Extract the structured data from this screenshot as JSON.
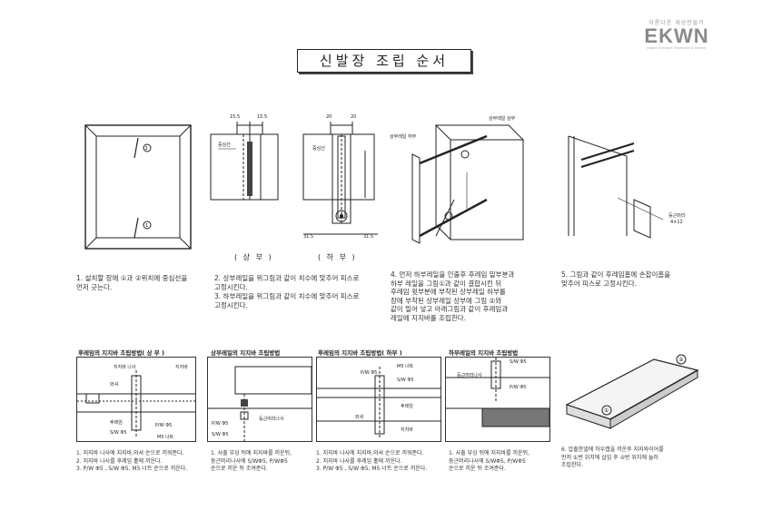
{
  "logo": {
    "tagline": "아름다운 세상만들기",
    "mark": "EKWN",
    "subtitle": "Ekwon Furniture Enterprise & Interior"
  },
  "title": "신발장 조립 순서",
  "top_figures": {
    "fig2": {
      "dims_top": [
        "15.5",
        "15.5"
      ],
      "label_center": "중심선",
      "caption": "( 상 부 )"
    },
    "fig3": {
      "dims_top": [
        "20",
        "20"
      ],
      "label_center": "중심선",
      "dims_bottom": [
        "31.5",
        "31.5"
      ],
      "caption": "( 하 부 )"
    },
    "fig4": {
      "label_upper": "상부레일 상부",
      "label_left": "상부레일 하부"
    },
    "fig5": {
      "label_screw": "둥근머리",
      "label_size": "4×12"
    }
  },
  "steps": {
    "s1": "1. 설치할 장에 ①과 ②위치에 중심선을\n    먼저 긋는다.",
    "s2": "2. 상부레일을 위그림과 같이 치수에 맞추어 피스로\n    고정시킨다.",
    "s3": "3. 하부레일을 위그림과 같이 치수에 맞추어 피스로\n    고정시킨다.",
    "s4": "4. 먼저 하부레일을 인출후 후레임 밑부분과\n    하부 레일을 그림①과 같이 결합시킨 뒤\n    후레임 윗부분에 부착된 상부레일 하부를\n    장에 부착된 상부레일 상부에 그림 ②와\n    같이 밀어 넣고 아래그림과 같이 후레임과\n    레일에 지지바를 조립한다.",
    "s5": "5. 그림과 같이 후레임홈에 손잡이홈을\n    맞추어 피스로 고정시킨다."
  },
  "bottom": {
    "p1": {
      "heading": "후레임의 지지바 조립방법( 상 부 )",
      "labels": [
        "지지바 나사",
        "지지바",
        "와셔",
        "후레임",
        "P/W Φ5",
        "S/W Φ5",
        "M5 너트"
      ],
      "text": "1. 지지바 나사에 지지바,와셔 순으로 끼워준다.\n2. 지지바 나사를 후레임 홀에 끼운다.\n3. P/W Φ5 , S/W Φ5, M5 너트 순으로 끼운다."
    },
    "p2": {
      "heading": "상부레일의 지지바 조립방법",
      "labels": [
        "P/W Φ5",
        "둥근머리나사",
        "S/W Φ5"
      ],
      "text": "1. 사출 부싱 뒤에 지지바를 끼운뒤,\n    둥근머리나사에 S/WΦ5, P/WΦ5\n    순으로 끼운 뒤 조여준다."
    },
    "p3": {
      "heading": "후레임의 지지바 조립방법( 하부 )",
      "labels": [
        "P/W Φ5",
        "M5 너트",
        "S/W Φ5",
        "후레임",
        "와셔",
        "지지바"
      ],
      "text": "1. 지지바 나사에 지지바,와셔 순으로 끼워준다.\n2. 지지바 나사를 후레임 홀에 끼운다.\n3. P/W Φ5 , S/W Φ5, M5 너트 순으로 끼운다."
    },
    "p4": {
      "heading": "하부레일의 지지바 조립방법",
      "labels": [
        "둥근머리나사",
        "S/W Φ5",
        "P/W Φ5"
      ],
      "text": "1. 사출 부싱 뒤에 지지바를 끼운뒤,\n    둥근머리나사에 S/WΦ5, P/WΦ5\n    순으로 끼운 뒤 조여준다."
    },
    "p5": {
      "marks": [
        "①",
        "②"
      ],
      "text": "6. 압출한넬에 하우캡을 끼운후 지지와이어를\n    먼저 ①번 위치에 삽입 후 ②번 위치에 놀러\n    조립한다."
    }
  }
}
